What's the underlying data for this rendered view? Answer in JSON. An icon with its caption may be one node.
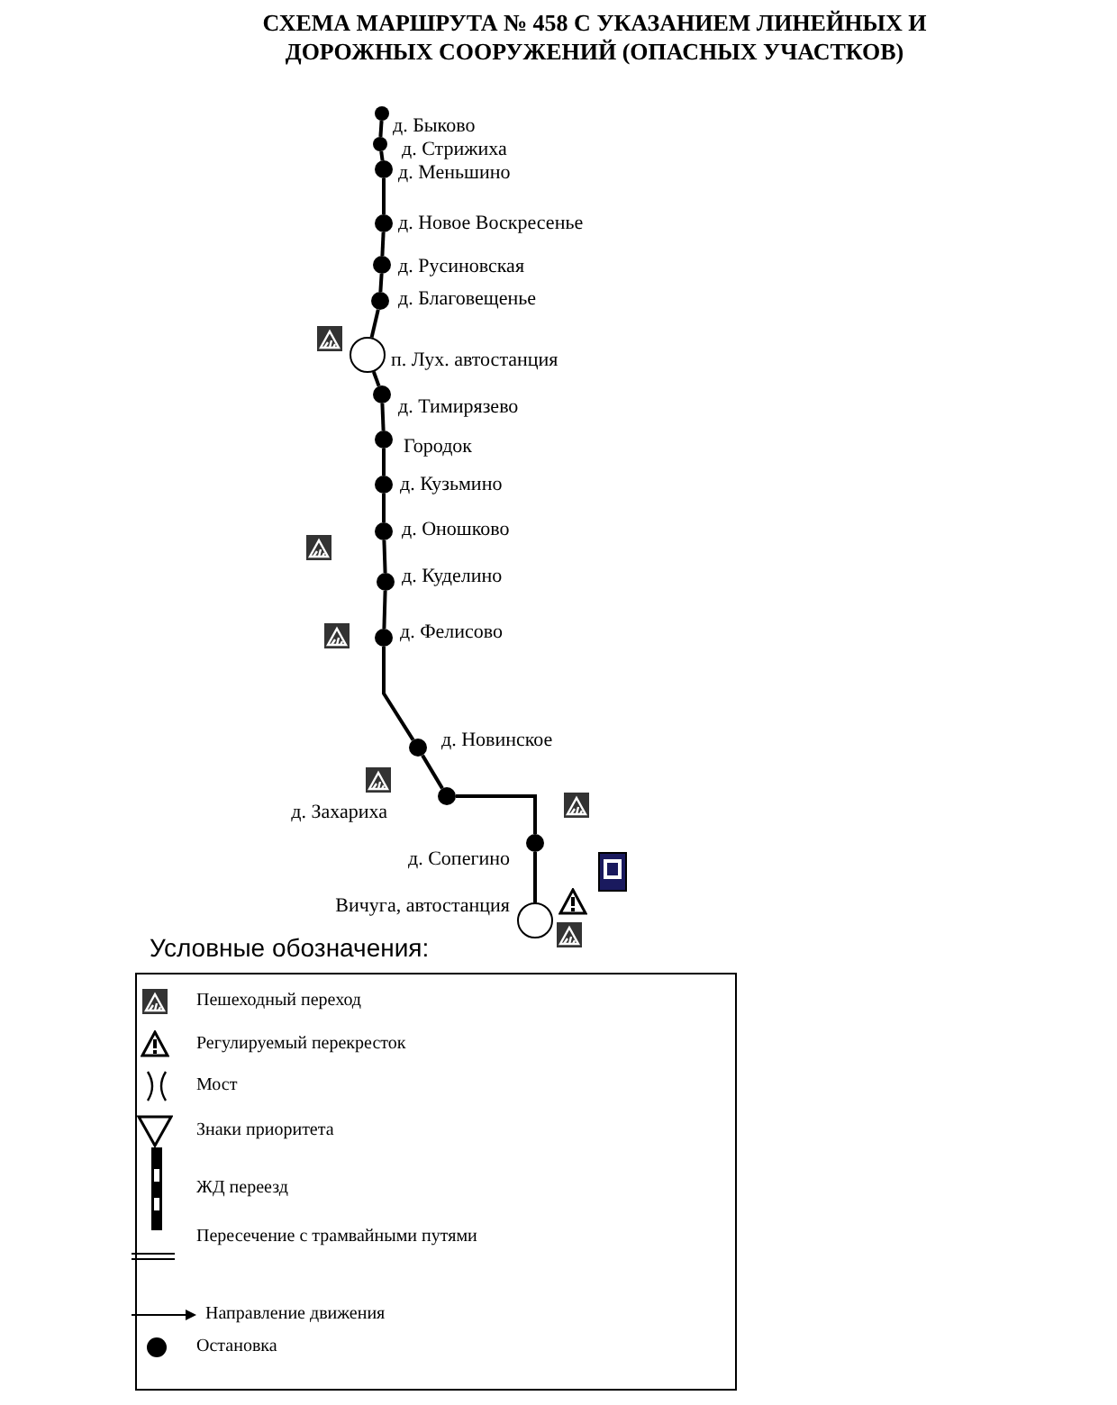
{
  "diagram": {
    "title": "СХЕМА МАРШРУТА № 458 С УКАЗАНИЕМ ЛИНЕЙНЫХ И ДОРОЖНЫХ СООРУЖЕНИЙ (ОПАСНЫХ УЧАСТКОВ)",
    "nodes": [
      {
        "text": [],
        "shape": "circle",
        "beside": [
          "д. Быково"
        ]
      },
      {
        "text": [],
        "shape": "circle",
        "beside": [
          "д. Стрижиха"
        ]
      },
      {
        "text": [],
        "shape": "circle",
        "beside": [
          "д. Меньшино"
        ]
      },
      {
        "text": [],
        "shape": "circle",
        "beside": [
          "д. Новое Воскресенье"
        ]
      },
      {
        "text": [],
        "shape": "circle",
        "beside": [
          "д. Русиновская"
        ]
      },
      {
        "text": [],
        "shape": "circle",
        "beside": [
          "д. Благовещенье"
        ]
      },
      {
        "text": [],
        "shape": "circle",
        "beside": [
          "п. Лух. автостанция"
        ]
      },
      {
        "text": [],
        "shape": "circle",
        "beside": [
          "д. Тимирязево"
        ]
      },
      {
        "text": [],
        "shape": "circle",
        "beside": [
          "Городок"
        ]
      },
      {
        "text": [],
        "shape": "circle",
        "beside": [
          "д. Кузьмино"
        ]
      },
      {
        "text": [],
        "shape": "circle",
        "beside": [
          "д. Оношково"
        ]
      },
      {
        "text": [],
        "shape": "circle",
        "beside": [
          "д. Куделино"
        ]
      },
      {
        "text": [],
        "shape": "circle",
        "beside": [
          "д. Фелисово"
        ]
      },
      {
        "text": [],
        "shape": "circle",
        "beside": [
          "д. Новинское"
        ]
      },
      {
        "text": [],
        "shape": "circle",
        "beside": [
          "д. Захариха"
        ]
      },
      {
        "text": [],
        "shape": "circle",
        "beside": [
          "д. Сопегино"
        ]
      },
      {
        "text": [],
        "shape": "circle",
        "beside": [
          "Вичуга, автостанция"
        ]
      }
    ],
    "edges": [
      {
        "from": 0,
        "to": 1,
        "arrow": "none"
      },
      {
        "from": 1,
        "to": 2,
        "arrow": "none"
      },
      {
        "from": 2,
        "to": 3,
        "arrow": "none"
      },
      {
        "from": 3,
        "to": 4,
        "arrow": "none"
      },
      {
        "from": 4,
        "to": 5,
        "arrow": "none"
      },
      {
        "from": 5,
        "to": 6,
        "arrow": "none"
      },
      {
        "from": 6,
        "to": 7,
        "arrow": "none"
      },
      {
        "from": 7,
        "to": 8,
        "arrow": "none"
      },
      {
        "from": 8,
        "to": 9,
        "arrow": "none"
      },
      {
        "from": 9,
        "to": 10,
        "arrow": "none"
      },
      {
        "from": 10,
        "to": 11,
        "arrow": "none"
      },
      {
        "from": 11,
        "to": 12,
        "arrow": "none"
      },
      {
        "from": 12,
        "to": 13,
        "arrow": "none"
      },
      {
        "from": 13,
        "to": 14,
        "arrow": "none"
      },
      {
        "from": 14,
        "to": 15,
        "arrow": "none"
      },
      {
        "from": 15,
        "to": 16,
        "arrow": "none"
      }
    ],
    "labels": [
      "Условные обозначения:"
    ],
    "legend": [
      {
        "text": "Пешеходный переход"
      },
      {
        "text": "Регулируемый перекресток"
      },
      {
        "text": "Мост"
      },
      {
        "text": "Знаки приоритета"
      },
      {
        "text": "ЖД переезд"
      },
      {
        "text": "Пересечение с трамвайными путями"
      },
      {
        "text": "Направление движения"
      },
      {
        "text": "Остановка"
      }
    ]
  }
}
